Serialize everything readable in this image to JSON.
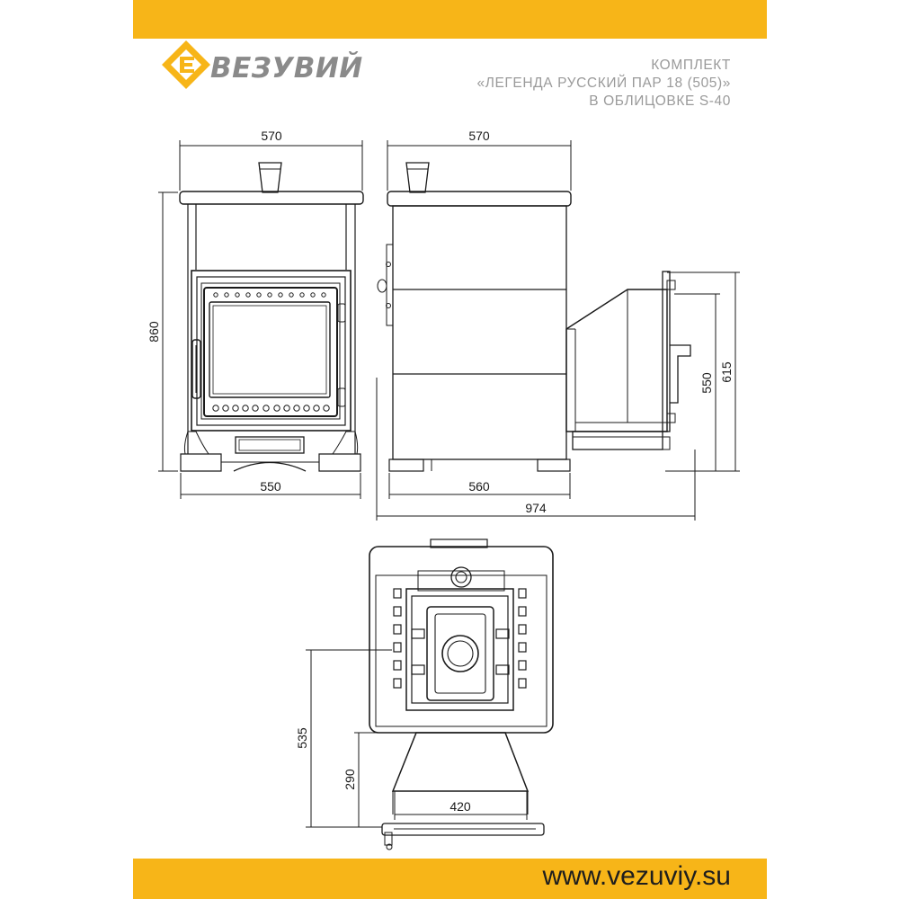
{
  "brand": {
    "name": "ВЕЗУВИЙ",
    "accent_color": "#f7b518",
    "logo_text_color": "#8a8a8a"
  },
  "title": {
    "line1": "КОМПЛЕКТ",
    "line2": "«ЛЕГЕНДА РУССКИЙ ПАР 18 (505)»",
    "line3": "В ОБЛИЦОВКЕ S-40"
  },
  "dimensions": {
    "front_top_width": "570",
    "front_height": "860",
    "front_base_width": "550",
    "side_top_width": "570",
    "side_base_width": "560",
    "side_total_width": "974",
    "tunnel_height": "550",
    "tunnel_total_height": "615",
    "plan_depth_total": "535",
    "plan_tunnel_depth": "290",
    "plan_tunnel_width": "420"
  },
  "footer": {
    "url": "www.vezuviy.su"
  }
}
